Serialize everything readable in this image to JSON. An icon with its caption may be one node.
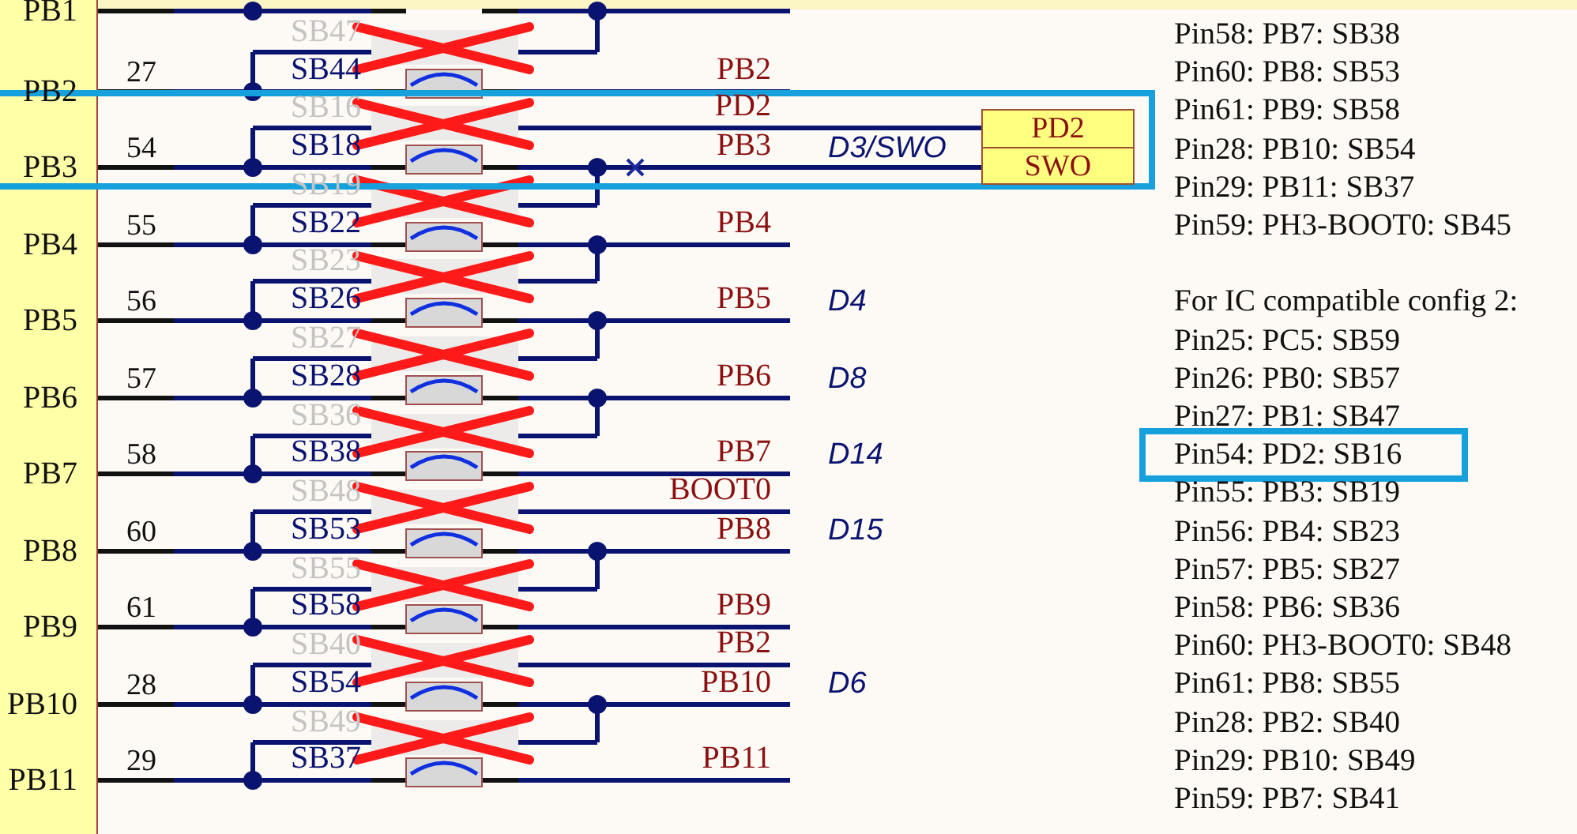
{
  "diagram": {
    "nodes": [
      {
        "text": [],
        "shape": "box"
      },
      {
        "text": [
          "PD2",
          "SWO"
        ],
        "in": 0
      },
      {
        "text": [
          "Pin54: PD2: SB16"
        ]
      }
    ],
    "labels": [
      "PB1",
      "SB47",
      "27",
      "SB44",
      "PB2",
      "PB2",
      "SB16",
      "PD2",
      "54",
      "SB18",
      "PB3",
      "D3/SWO",
      "PB3",
      "SB19",
      "55",
      "SB22",
      "PB4",
      "PB4",
      "SB23",
      "56",
      "SB26",
      "PB5",
      "D4",
      "PB5",
      "SB27",
      "57",
      "SB28",
      "PB6",
      "D8",
      "PB6",
      "SB36",
      "58",
      "SB38",
      "PB7",
      "D14",
      "PB7",
      "SB48",
      "BOOT0",
      "60",
      "SB53",
      "PB8",
      "D15",
      "PB8",
      "SB55",
      "61",
      "SB58",
      "PB9",
      "PB9",
      "SB40",
      "PB2",
      "28",
      "SB54",
      "PB10",
      "D6",
      "PB10",
      "SB49",
      "29",
      "SB37",
      "PB11",
      "PB11",
      "Pin58: PB7: SB38",
      "Pin60: PB8: SB53",
      "Pin61: PB9: SB58",
      "Pin28: PB10: SB54",
      "Pin29: PB11: SB37",
      "Pin59: PH3-BOOT0: SB45",
      "For IC compatible config 2:",
      "Pin25: PC5: SB59",
      "Pin26: PB0: SB57",
      "Pin27: PB1: SB47",
      "Pin55: PB3: SB19",
      "Pin56: PB4: SB23",
      "Pin57: PB5: SB27",
      "Pin58: PB6: SB36",
      "Pin60: PH3-BOOT0: SB48",
      "Pin61: PB8: SB55",
      "Pin28: PB2: SB40",
      "Pin29: PB10: SB49",
      "Pin59: PB7: SB41"
    ]
  }
}
